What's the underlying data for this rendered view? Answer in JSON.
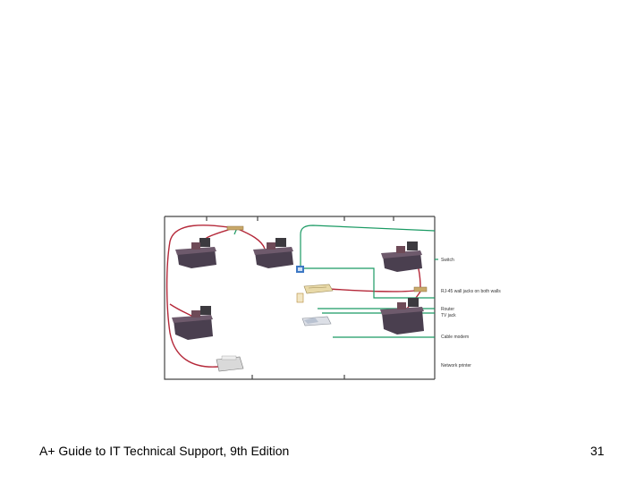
{
  "diagram": {
    "labels": {
      "switch": "Switch",
      "rj45": "RJ-45 wall jacks on both walls",
      "router": "Router",
      "tv_jack": "TV jack",
      "cable_modem": "Cable modem",
      "printer": "Network printer"
    }
  },
  "footer": {
    "title": "A+ Guide to IT Technical Support, 9th Edition",
    "page": "31"
  }
}
